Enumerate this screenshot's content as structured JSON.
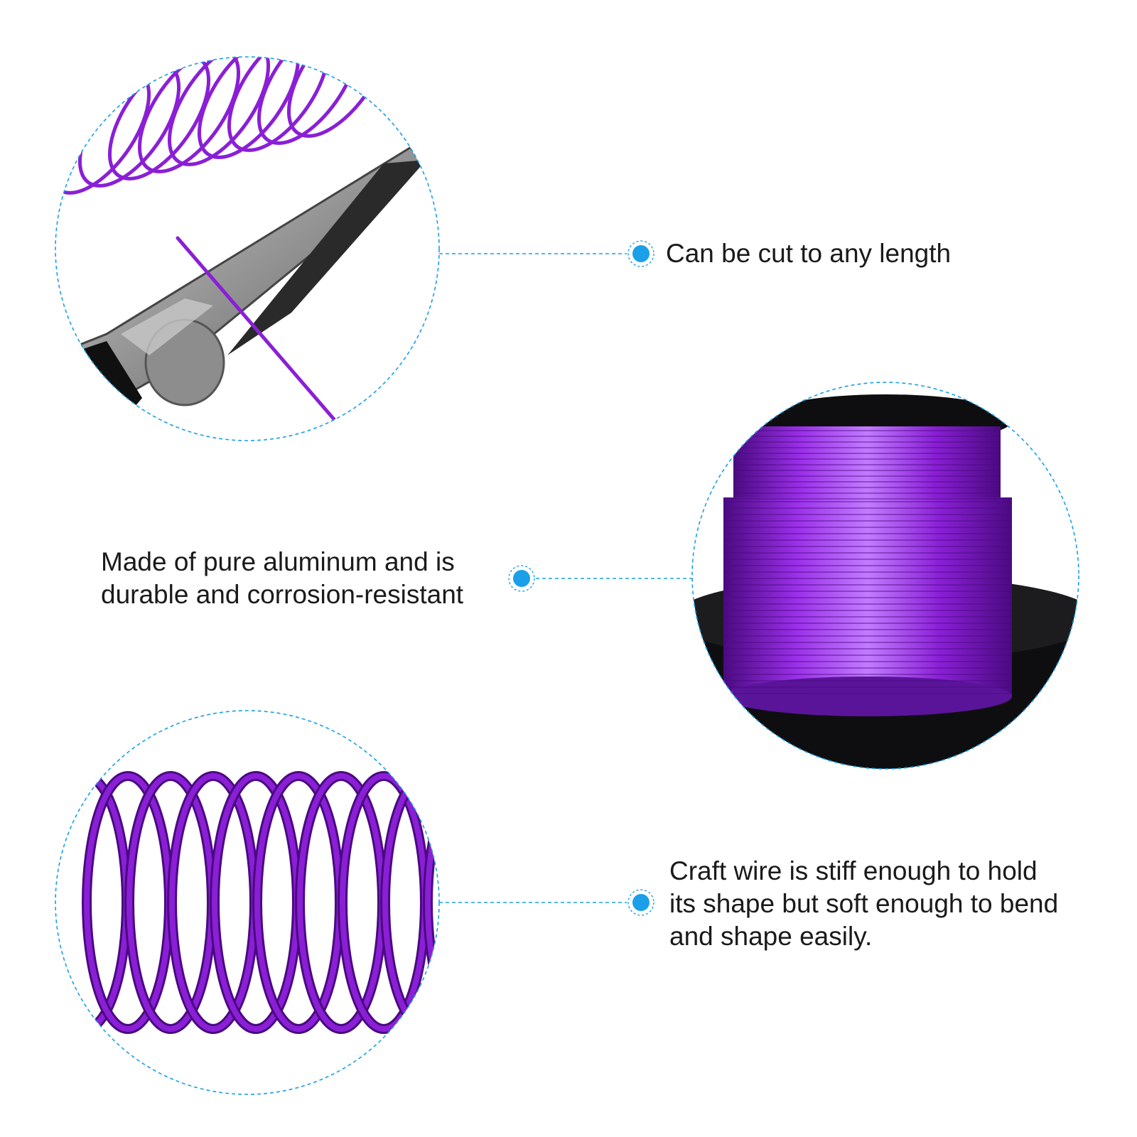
{
  "features": [
    {
      "id": "cut",
      "lines": [
        "Can be cut to any length"
      ]
    },
    {
      "id": "material",
      "lines": [
        "Made of pure aluminum and is",
        "durable and corrosion-resistant"
      ]
    },
    {
      "id": "flex",
      "lines": [
        "Craft wire is stiff enough to hold",
        "its shape but soft enough to bend",
        "and shape easily."
      ]
    }
  ],
  "colors": {
    "accent": "#1a9fe8",
    "wire": "#8a1fd6",
    "wire_dark": "#4a0a80",
    "wire_light": "#c27bff",
    "text": "#1a1a1a",
    "spool": "#0e0e10",
    "metal": "#9a9a9a"
  },
  "icons": [
    "pliers-icon",
    "wire-coil-icon",
    "wire-spool-icon",
    "callout-dot-icon"
  ]
}
